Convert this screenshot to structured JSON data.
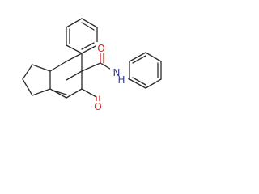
{
  "molecule": {
    "atoms": {
      "oxygen_amide": {
        "label": "O",
        "color": "#d42020"
      },
      "nitrogen_amide": {
        "label": "N",
        "color": "#2f3a8f"
      },
      "hydrogen_amide": {
        "label": "H",
        "color": "#2f3a8f"
      },
      "oxygen_ketone": {
        "label": "O",
        "color": "#d42020"
      }
    }
  }
}
